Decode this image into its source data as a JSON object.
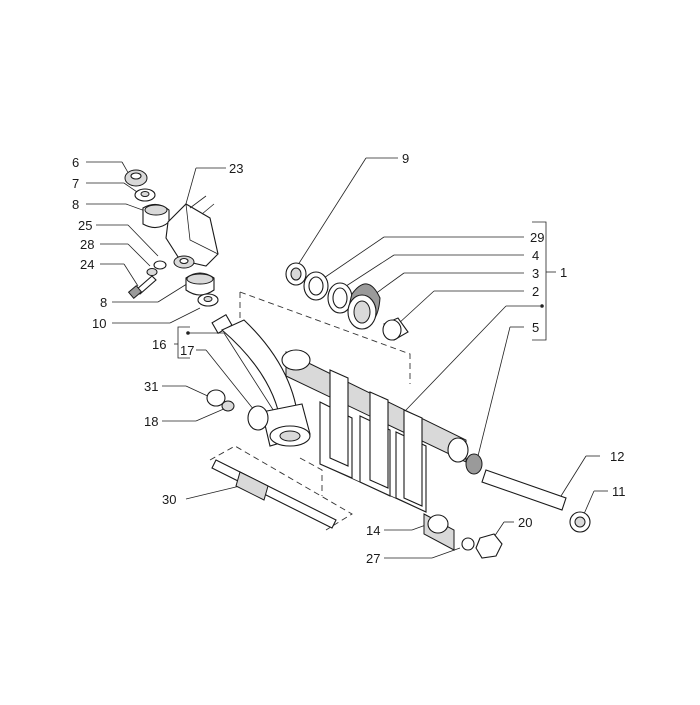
{
  "diagram": {
    "callouts": [
      {
        "id": "c6",
        "label": "6"
      },
      {
        "id": "c7",
        "label": "7"
      },
      {
        "id": "c8a",
        "label": "8"
      },
      {
        "id": "c23",
        "label": "23"
      },
      {
        "id": "c25",
        "label": "25"
      },
      {
        "id": "c28",
        "label": "28"
      },
      {
        "id": "c24",
        "label": "24"
      },
      {
        "id": "c8b",
        "label": "8"
      },
      {
        "id": "c10",
        "label": "10"
      },
      {
        "id": "c9",
        "label": "9"
      },
      {
        "id": "c29",
        "label": "29"
      },
      {
        "id": "c4",
        "label": "4"
      },
      {
        "id": "c3",
        "label": "3"
      },
      {
        "id": "c1",
        "label": "1"
      },
      {
        "id": "c2",
        "label": "2"
      },
      {
        "id": "c5",
        "label": "5"
      },
      {
        "id": "c16",
        "label": "16"
      },
      {
        "id": "c17",
        "label": "17"
      },
      {
        "id": "c31",
        "label": "31"
      },
      {
        "id": "c18",
        "label": "18"
      },
      {
        "id": "c30",
        "label": "30"
      },
      {
        "id": "c12",
        "label": "12"
      },
      {
        "id": "c11",
        "label": "11"
      },
      {
        "id": "c14",
        "label": "14"
      },
      {
        "id": "c20",
        "label": "20"
      },
      {
        "id": "c27",
        "label": "27"
      }
    ]
  }
}
